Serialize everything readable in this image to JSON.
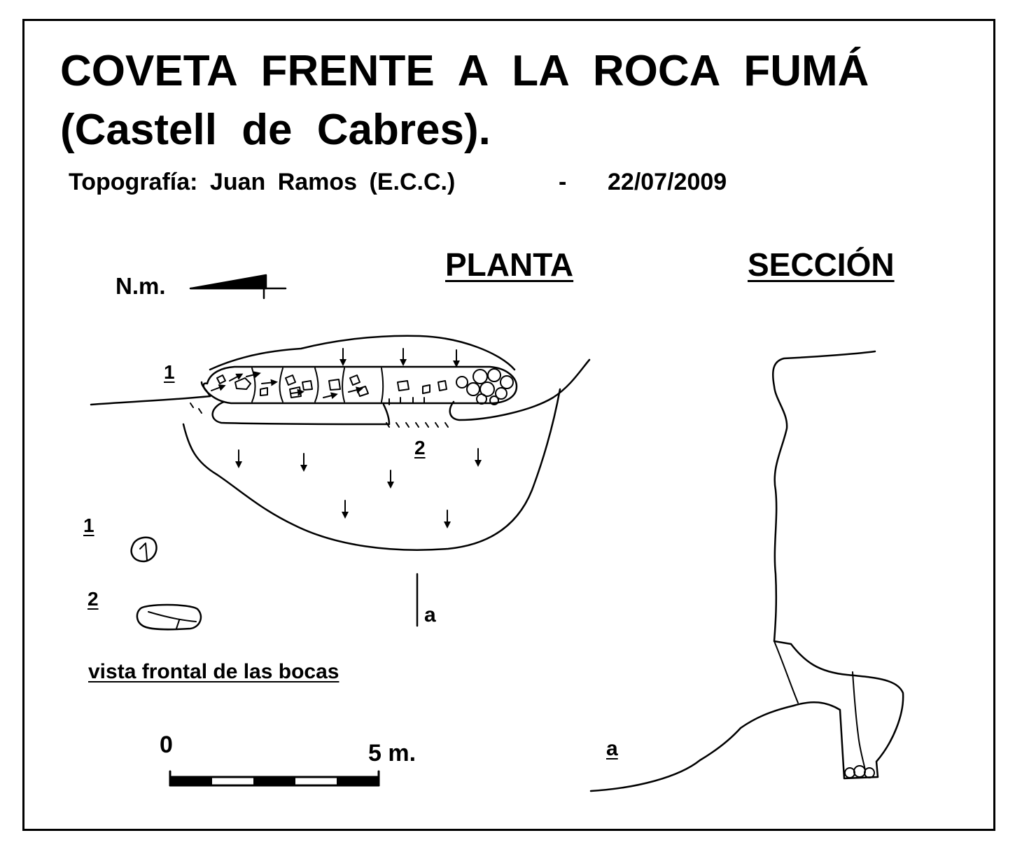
{
  "header": {
    "title": "COVETA FRENTE A LA ROCA FUMÁ",
    "subtitle": "(Castell de Cabres).",
    "author": "Topografía: Juan Ramos (E.C.C.)",
    "separator": "-",
    "date": "22/07/2009"
  },
  "views": {
    "plan": "PLANTA",
    "section": "SECCIÓN"
  },
  "north": {
    "label": "N.m."
  },
  "entrances": {
    "label_1": "1",
    "label_2": "2",
    "front_1": "1",
    "front_2": "2",
    "front_caption": "vista frontal de las bocas"
  },
  "scale": {
    "start": "0",
    "end": "5 m."
  },
  "section_marker": {
    "plan_label": "a",
    "section_label": "a"
  },
  "colors": {
    "ink": "#000000",
    "paper": "#ffffff"
  }
}
